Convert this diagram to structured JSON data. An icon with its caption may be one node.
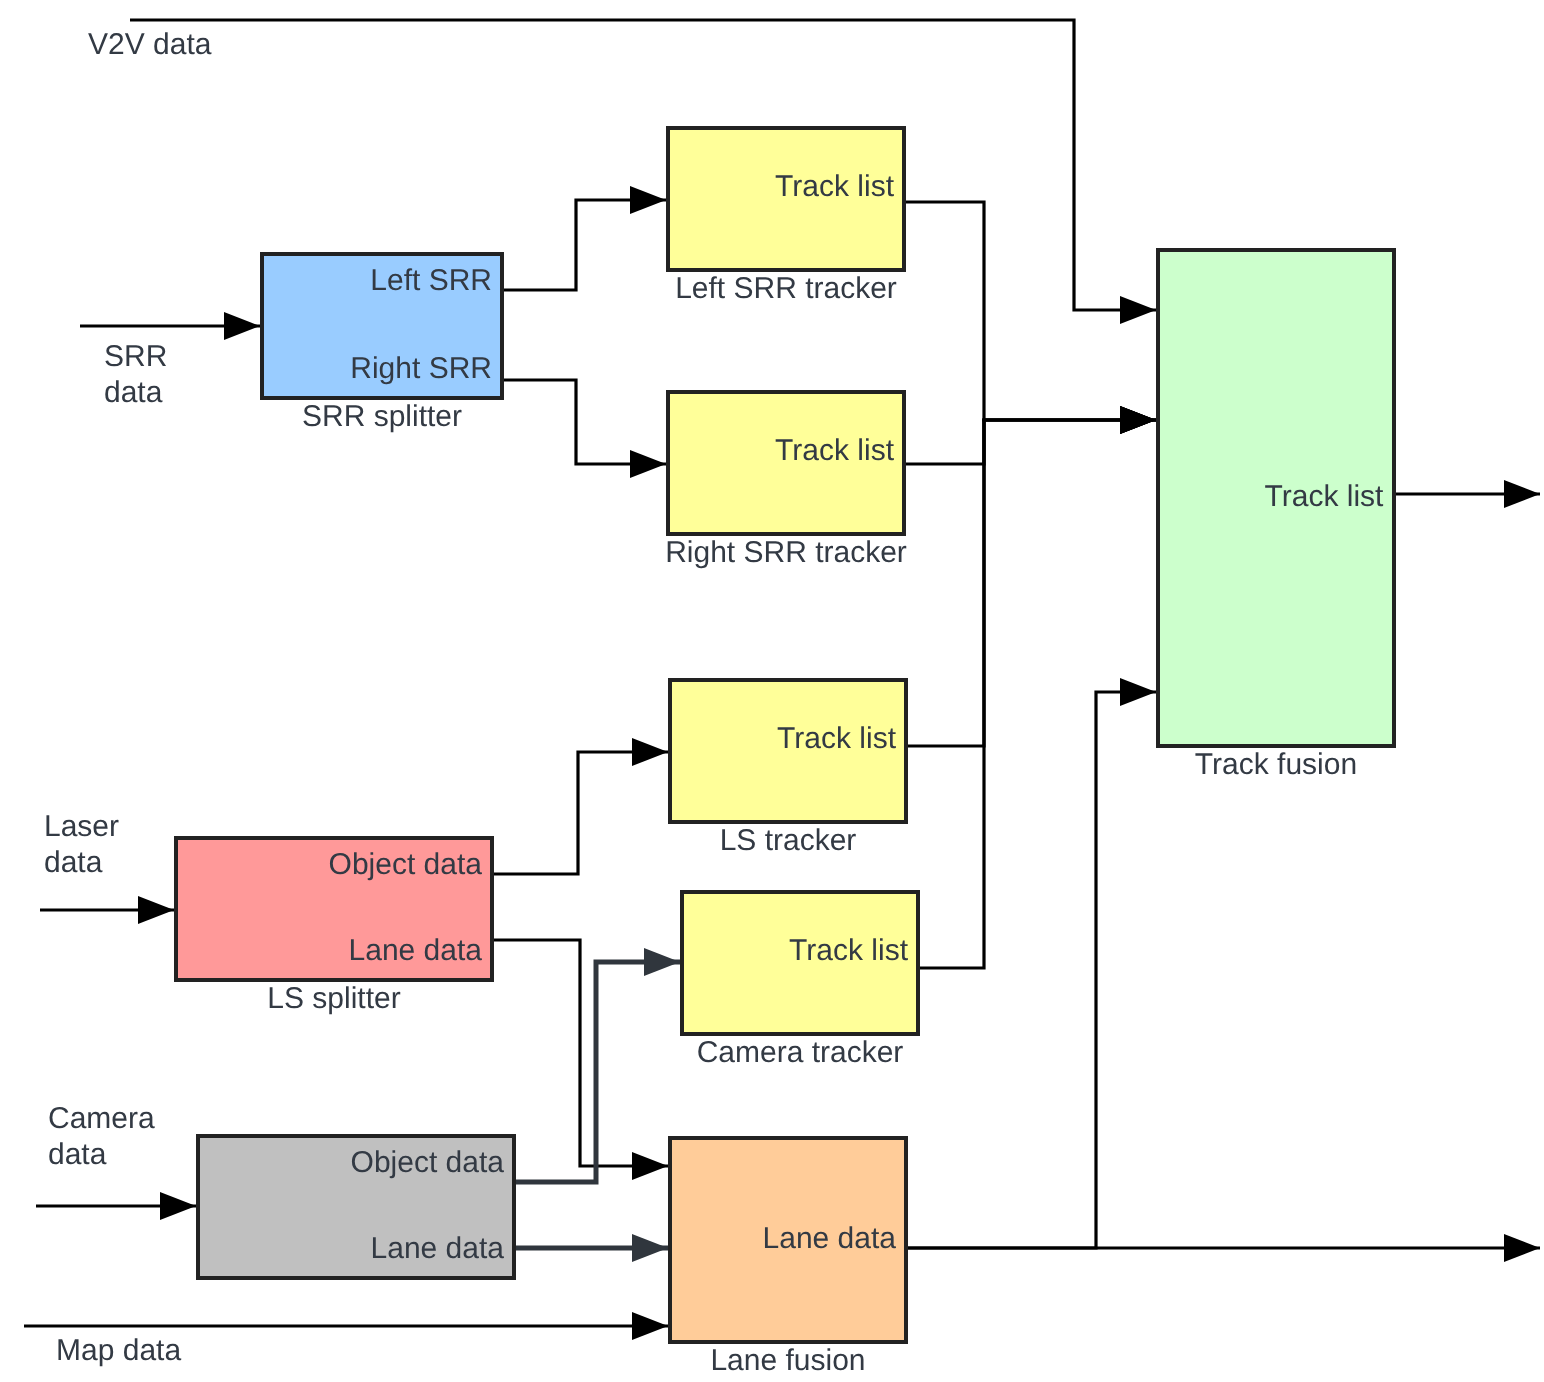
{
  "diagram": {
    "nodes": [
      {
        "text": [
          "Left SRR",
          "Right SRR"
        ],
        "beside": [
          "SRR splitter"
        ]
      },
      {
        "text": [
          "Track list"
        ],
        "beside": [
          "Left SRR tracker"
        ]
      },
      {
        "text": [
          "Track list"
        ],
        "beside": [
          "Right SRR tracker"
        ]
      },
      {
        "text": [
          "Track list"
        ],
        "beside": [
          "Track fusion"
        ]
      },
      {
        "text": [
          "Object data",
          "Lane data"
        ],
        "beside": [
          "LS splitter"
        ]
      },
      {
        "text": [
          "Track list"
        ],
        "beside": [
          "LS tracker"
        ]
      },
      {
        "text": [
          "Track list"
        ],
        "beside": [
          "Camera tracker"
        ]
      },
      {
        "text": [
          "Object data",
          "Lane data"
        ]
      },
      {
        "text": [
          "Lane data"
        ],
        "beside": [
          "Lane fusion"
        ]
      }
    ],
    "edges": [
      {
        "from": null,
        "to": 3,
        "arrow": "to",
        "label": "V2V data"
      },
      {
        "from": null,
        "to": 0,
        "arrow": "to",
        "label": "SRR data"
      },
      {
        "from": 0,
        "to": 1,
        "arrow": "to"
      },
      {
        "from": 0,
        "to": 2,
        "arrow": "to"
      },
      {
        "from": 1,
        "to": 3,
        "arrow": "to"
      },
      {
        "from": 2,
        "to": 3,
        "arrow": "to"
      },
      {
        "from": 5,
        "to": 3,
        "arrow": "to"
      },
      {
        "from": 6,
        "to": 3,
        "arrow": "to"
      },
      {
        "from": null,
        "to": 4,
        "arrow": "to",
        "label": "Laser data"
      },
      {
        "from": 4,
        "to": 5,
        "arrow": "to"
      },
      {
        "from": 4,
        "to": 8,
        "arrow": "to"
      },
      {
        "from": 7,
        "to": 6,
        "arrow": "to",
        "color": "#30363d"
      },
      {
        "from": 7,
        "to": 8,
        "arrow": "to",
        "color": "#30363d"
      },
      {
        "from": null,
        "to": 7,
        "arrow": "to",
        "label": "Camera data"
      },
      {
        "from": null,
        "to": 8,
        "arrow": "to",
        "label": "Map data"
      },
      {
        "from": 8,
        "to": 3,
        "arrow": "to"
      },
      {
        "from": 8,
        "to": null,
        "arrow": "to"
      },
      {
        "from": 3,
        "to": null,
        "arrow": "to"
      }
    ]
  }
}
